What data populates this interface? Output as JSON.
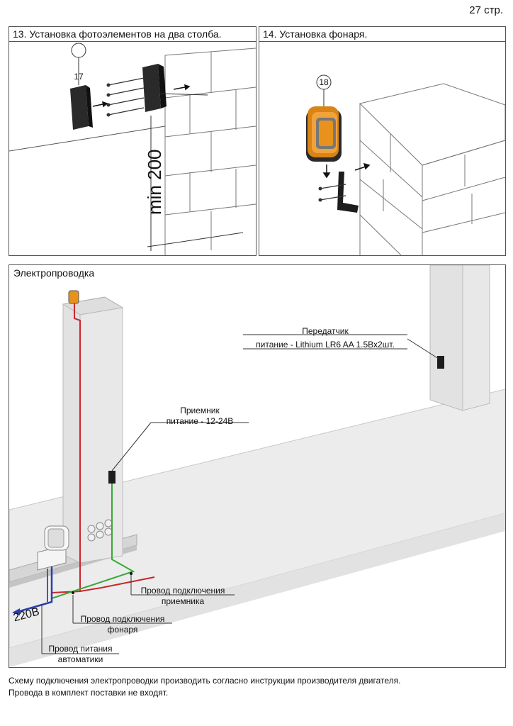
{
  "page_number": "27 стр.",
  "panel13": {
    "title": "13. Установка фотоэлементов на два столба.",
    "callout": "17",
    "dimension": "min 200"
  },
  "panel14": {
    "title": "14. Установка фонаря.",
    "callout": "18"
  },
  "wiring": {
    "title": "Электропроводка",
    "transmitter_line1": "Передатчик",
    "transmitter_line2": "питание - Lithium LR6 AA 1.5Вх2шт.",
    "receiver_line1": "Приемник",
    "receiver_line2": "питание - 12-24В",
    "receiver_wire_line1": "Провод подключения",
    "receiver_wire_line2": "приемника",
    "lamp_wire_line1": "Провод подключения",
    "lamp_wire_line2": "фонаря",
    "power_wire_line1": "Провод питания",
    "power_wire_line2": "автоматики",
    "voltage": "220В"
  },
  "notes": {
    "line1": "Схему подключения электропроводки производить согласно инструкции производителя двигателя.",
    "line2": "Провода в комплект поставки не входят."
  },
  "colors": {
    "red_wire": "#c8272d",
    "green_wire": "#3aa83a",
    "blue_wire": "#2b3fb0",
    "lamp_orange": "#e8921e"
  }
}
